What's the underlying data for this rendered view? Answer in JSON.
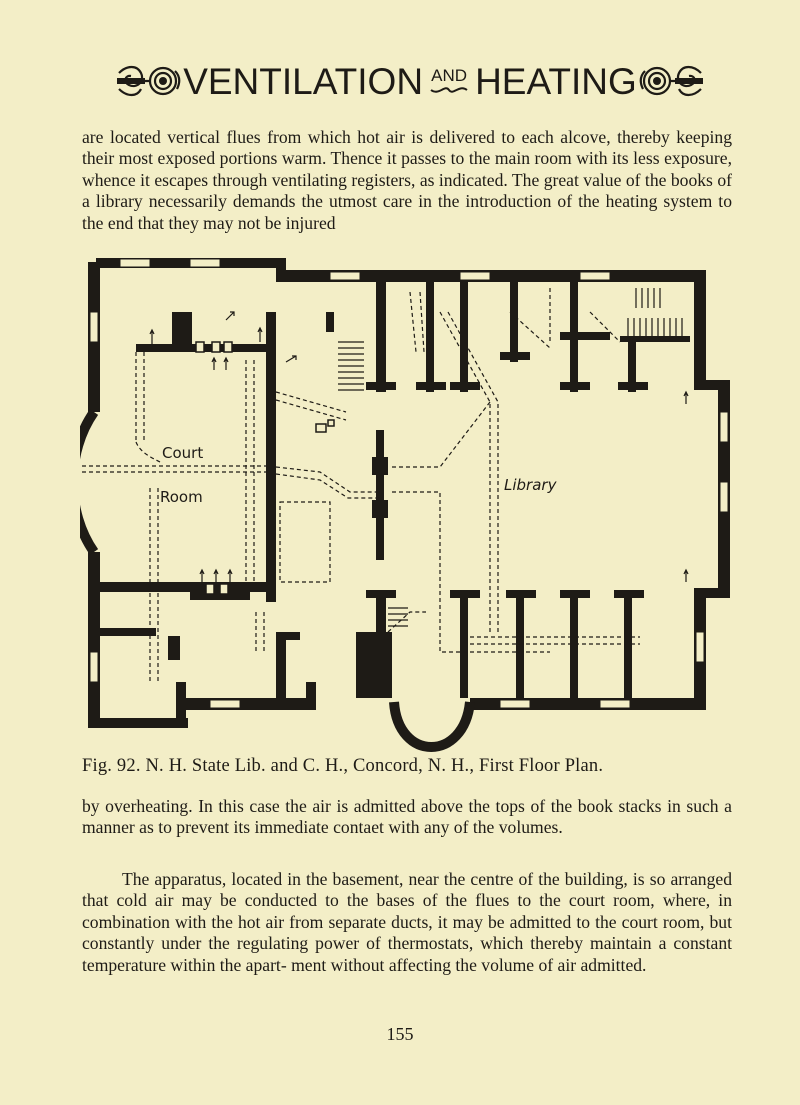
{
  "header": {
    "word_left": "VENTILATION",
    "word_and": "AND",
    "word_right": "HEATING"
  },
  "paragraphs": [
    "are located vertical flues from which hot air is delivered to each alcove, thereby keeping their most exposed portions warm. Thence it passes to the main room with its less exposure, whence it escapes through ventilating registers, as indicated. The great value of the books of a library necessarily demands the utmost care in the introduction of the heating system to the end that they may not be injured",
    "by overheating. In this case the air is admitted above the tops of the book stacks in such a manner as to prevent its immediate contaet with any of the volumes.",
    "The apparatus, located in the basement, near the centre of the building, is so arranged that cold air may be conducted to the bases of the flues to the court room, where, in combination with the hot air from separate ducts, it may be admitted to the court room, but constantly under the regulating power of thermostats, which thereby maintain a constant temperature within the apart- ment without affecting the volume of air admitted."
  ],
  "plan": {
    "label_court": "Court",
    "label_room": "Room",
    "label_library": "Library"
  },
  "caption": "Fig. 92. N. H. State Lib. and C. H., Concord, N. H., First Floor Plan.",
  "page_number": "155",
  "colors": {
    "paper": "#f3eec7",
    "ink": "#1e1b16"
  }
}
